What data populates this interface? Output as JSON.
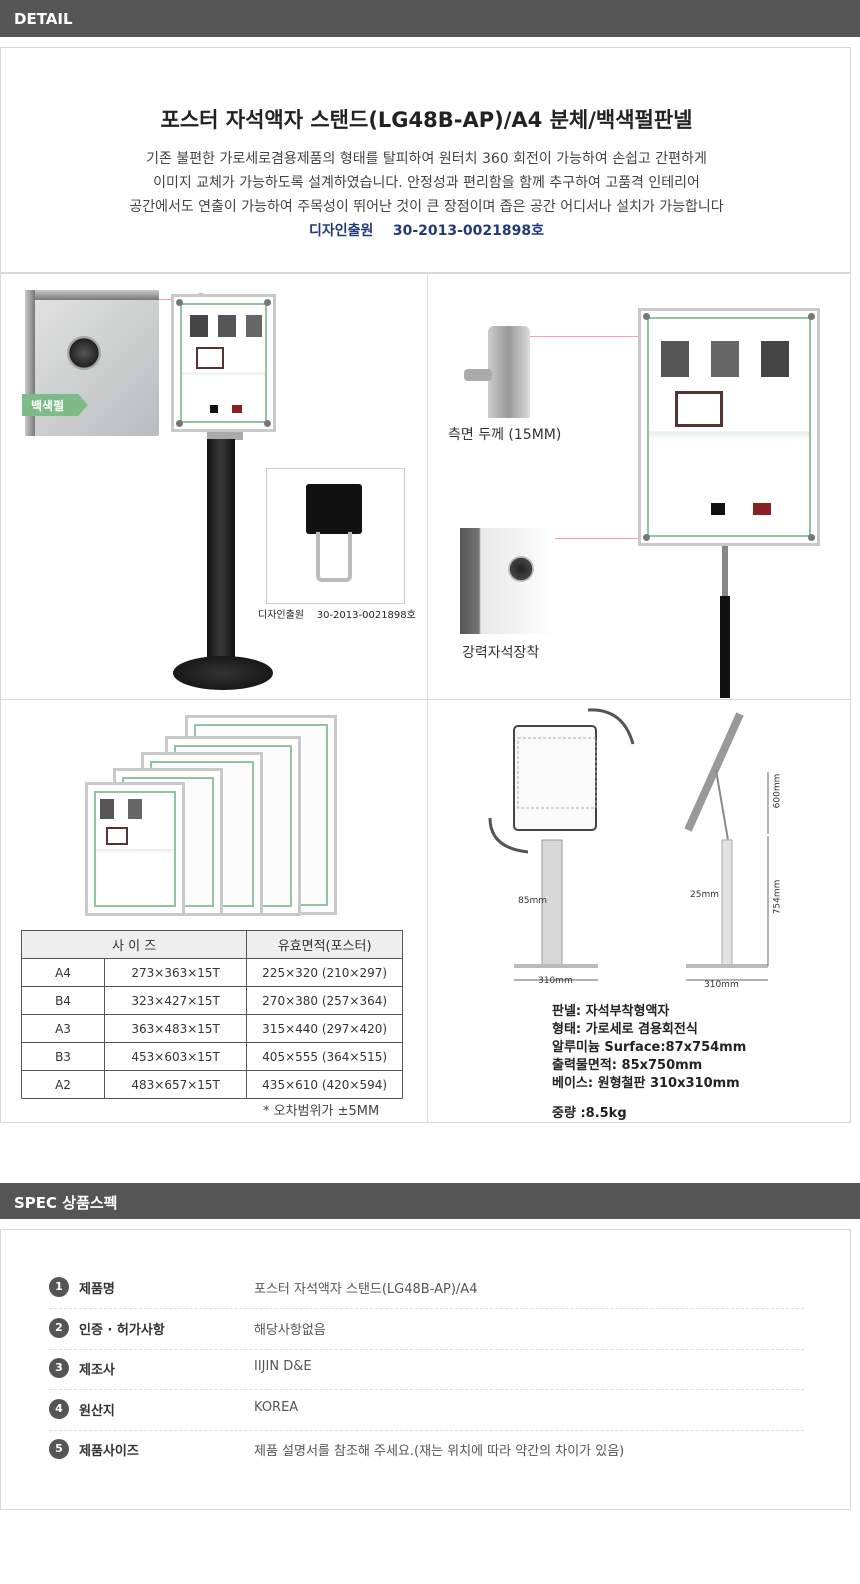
{
  "detail_bar": {
    "label": "DETAIL"
  },
  "intro": {
    "title": "포스터 자석액자 스탠드(LG48B-AP)/A4  분체/백색펄판넬",
    "desc_lines": [
      "기존 불편한 가로세로겸용제품의 형태를 탈피하여 원터치 360 회전이 가능하여 손쉽고 간편하게",
      "이미지 교체가 가능하도록 설계하였습니다. 안정성과 편리함을 함께 추구하여 고품격 인테리어",
      "공간에서도 연출이  가능하여  주목성이 뛰어난 것이 큰 장점이며  좁은 공간 어디서나 설치가 가능합니다"
    ],
    "design_reg": "디자인출원    30-2013-0021898호"
  },
  "panel1": {
    "tag": "백색펄",
    "caption": "디자인출원    30-2013-0021898호"
  },
  "panel2": {
    "side_thickness": "측면 두께 (15MM)",
    "magnet": "강력자석장착"
  },
  "size_table": {
    "headers": [
      "사 이 즈",
      "유효면적(포스터)"
    ],
    "rows": [
      [
        "A4",
        "273×363×15T",
        "225×320 (210×297)"
      ],
      [
        "B4",
        "323×427×15T",
        "270×380 (257×364)"
      ],
      [
        "A3",
        "363×483×15T",
        "315×440 (297×420)"
      ],
      [
        "B3",
        "453×603×15T",
        "405×555 (364×515)"
      ],
      [
        "A2",
        "483×657×15T",
        "435×610 (420×594)"
      ]
    ],
    "note": "* 오차범위가 ±5MM"
  },
  "diagram": {
    "dim_85": "85mm",
    "dim_310a": "310mm",
    "dim_25": "25mm",
    "dim_600": "600mm",
    "dim_754": "754mm",
    "dim_310b": "310mm"
  },
  "specs_text": [
    "판넬: 자석부착형액자",
    "형태: 가로세로 겸용회전식",
    "알루미늄 Surface:87x754mm",
    "출력물면적: 85x750mm",
    "베이스: 원형철판 310x310mm",
    "",
    "중량 :8.5kg"
  ],
  "spec_bar": {
    "label": "SPEC 상품스펙"
  },
  "spec_rows": [
    {
      "num": "1",
      "label": "제품명",
      "value": "포스터 자석액자 스탠드(LG48B-AP)/A4"
    },
    {
      "num": "2",
      "label": "인증 · 허가사항",
      "value": "해당사항없음"
    },
    {
      "num": "3",
      "label": "제조사",
      "value": "IIJIN D&E"
    },
    {
      "num": "4",
      "label": "원산지",
      "value": "KOREA"
    },
    {
      "num": "5",
      "label": "제품사이즈",
      "value": "제품 설명서를 참조해 주세요.(재는 위치에 따라 약간의 차이가 있음)"
    }
  ],
  "colors": {
    "bar": "#555555",
    "accent_pink": "#f39ac9",
    "frame_green": "#8fc6a0"
  }
}
